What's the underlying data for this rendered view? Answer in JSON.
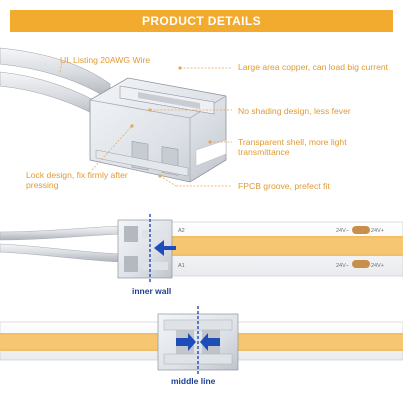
{
  "header": {
    "title": "PRODUCT DETAILS"
  },
  "colors": {
    "accent": "#f2ab2e",
    "label": "#e19a33",
    "callout_line": "#e7a65a",
    "blue": "#1f4db8",
    "led_strip": "#f4be66"
  },
  "callouts": {
    "wire": "UL Listing 20AWG Wire",
    "copper": "Large area copper, can load big current",
    "shading": "No shading design, less fever",
    "shell": "Transparent shell, more light transmittance",
    "lock": "Lock design, fix firmly after pressing",
    "fpcb": "FPCB groove, prefect fit"
  },
  "strip_marks": {
    "positive": "24V+",
    "negative": "24V−",
    "pad_a": "A1",
    "pad_b": "A2"
  },
  "figures": {
    "inner_wall_label": "inner wall",
    "middle_line_label": "middle line"
  }
}
